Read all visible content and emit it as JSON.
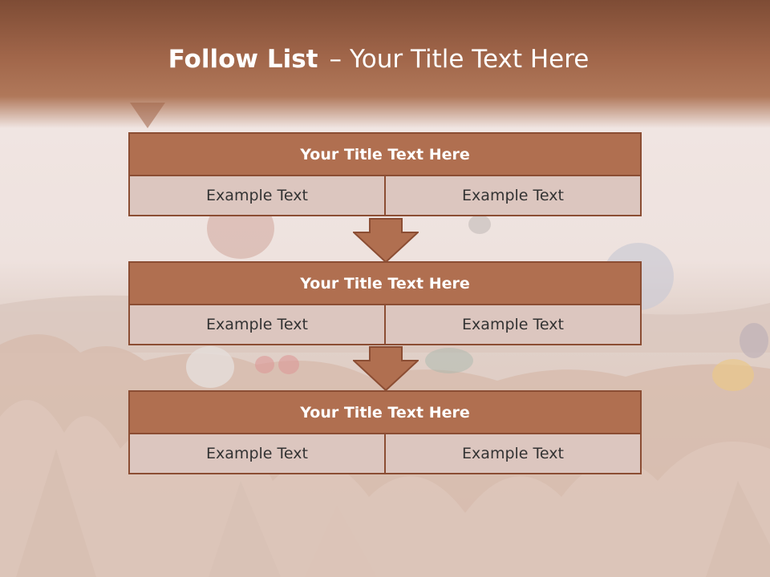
{
  "title": {
    "main": "Follow List",
    "dash": "–",
    "sub": "Your Title Text Here"
  },
  "blocks": [
    {
      "heading": "Your Title Text Here",
      "cells": [
        "Example Text",
        "Example Text"
      ]
    },
    {
      "heading": "Your Title Text Here",
      "cells": [
        "Example Text",
        "Example Text"
      ]
    },
    {
      "heading": "Your Title Text Here",
      "cells": [
        "Example Text",
        "Example Text"
      ]
    }
  ],
  "colors": {
    "header_band": "#8a543b",
    "block_title": "#b06f50",
    "block_border": "#8b4d33",
    "cell_bg": "#dcc6bf",
    "arrow": "#b06f50"
  }
}
